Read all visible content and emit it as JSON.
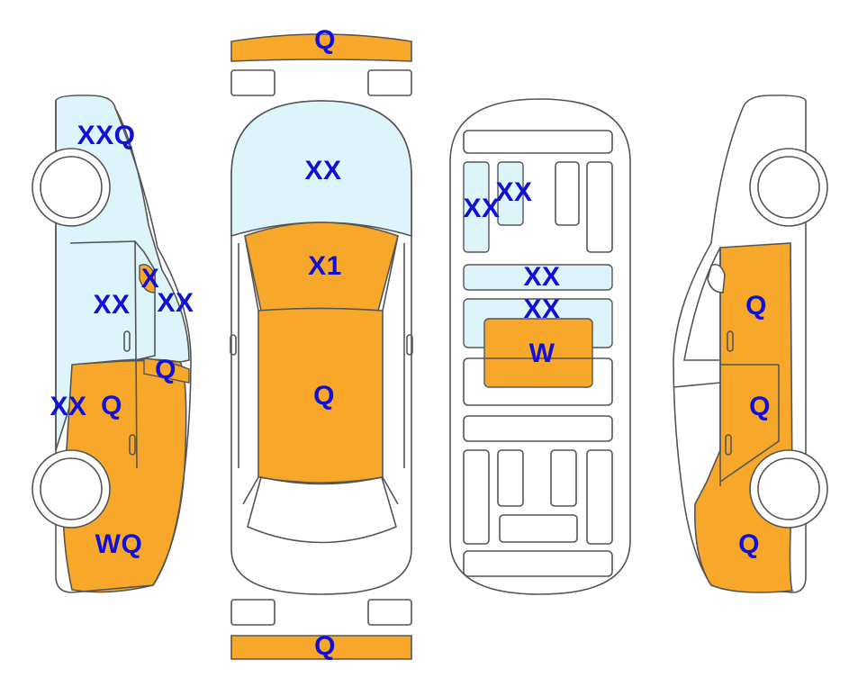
{
  "colors": {
    "damage_orange": "#F7A82A",
    "glass_blue": "#DDF4FB",
    "outline": "#555555",
    "label_blue": "#1010D8"
  },
  "labels": {
    "front_bumper": "Q",
    "rear_bumper": "Q",
    "windshield": "XX",
    "hood": "X1",
    "roof": "Q",
    "interior_seat_left_a": "XX",
    "interior_seat_left_b": "XX",
    "interior_row1": "XX",
    "interior_row2": "XX",
    "interior_panel": "W",
    "left_front_glass": "XXQ",
    "left_mirror": "X",
    "left_window": "XX",
    "left_pillar": "XX",
    "left_door_handle": "Q",
    "left_front_fender": "XX",
    "left_front_door": "Q",
    "left_rear_quarter": "WQ",
    "right_front_door": "Q",
    "right_rear_door": "Q",
    "right_rear_quarter": "Q"
  }
}
